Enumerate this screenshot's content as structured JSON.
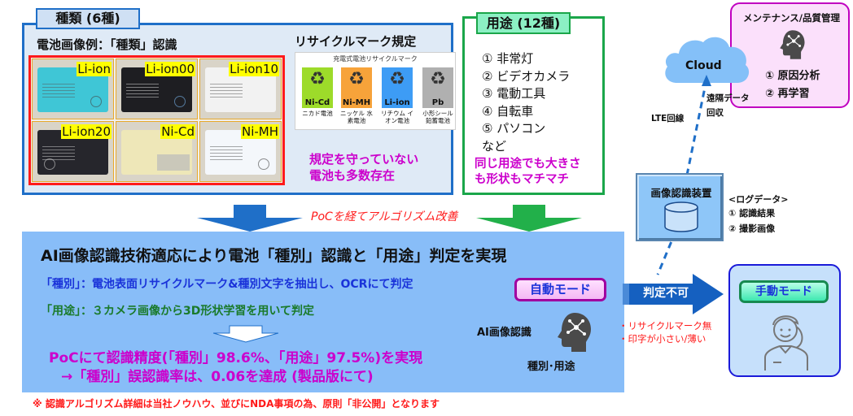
{
  "types_panel": {
    "tab": "種類 (6種)",
    "subtitle": "電池画像例：「種類」認識",
    "photos": [
      {
        "label": "Li-ion",
        "color": "#3fc6d6"
      },
      {
        "label": "Li-ion00",
        "color": "#1e1e22"
      },
      {
        "label": "Li-ion10",
        "color": "#f2f2f2"
      },
      {
        "label": "Li-ion20",
        "color": "#26262c"
      },
      {
        "label": "Ni-Cd",
        "color": "#eee7b8"
      },
      {
        "label": "Ni-MH",
        "color": "#f4f7fb"
      }
    ],
    "recycle_title": "リサイクルマーク規定",
    "recycle_card_title": "充電式電池リサイクルマーク",
    "recycle_marks": [
      {
        "label": "Ni-Cd",
        "sub": "ニカド電池",
        "color": "#9ddb2a",
        "icon": "recycle-icon"
      },
      {
        "label": "Ni-MH",
        "sub": "ニッケル 水素電池",
        "color": "#f7a33a",
        "icon": "recycle-icon"
      },
      {
        "label": "Li-ion",
        "sub": "リチウム イオン電池",
        "color": "#3d9cf5",
        "icon": "recycle-icon"
      },
      {
        "label": "Pb",
        "sub": "小形シール 鉛蓄電池",
        "color": "#b0b0b0",
        "icon": "recycle-icon"
      }
    ],
    "warning_lines": [
      "規定を守っていない",
      "電池も多数存在"
    ]
  },
  "usage_panel": {
    "tab": "用途 (12種)",
    "items": [
      "① 非常灯",
      "② ビデオカメラ",
      "③ 電動工具",
      "④ 自転車",
      "⑤ パソコン",
      "など"
    ],
    "warning_lines": [
      "同じ用途でも大きさ",
      "も形状もマチマチ"
    ]
  },
  "poc_label": "PoCを経てアルゴリズム改善",
  "main_panel": {
    "title": "AI画像認識技術適応により電池「種別」認識と「用途」判定を実現",
    "line1": "「種別」：電池表面リサイクルマーク&種別文字を抽出し、OCRにて判定",
    "line2": "「用途」：３カメラ画像から3D形状学習を用いて判定",
    "result1": "PoCにて認識精度(「種別」98.6%、「用途」97.5%)を実現",
    "result2": "→「種別」誤認識率は、0.06を達成 (製品版にて)",
    "auto_mode": "自動モード",
    "ai_label": "AI画像認識",
    "ai_sub": "種別･用途"
  },
  "footnote": "※ 認識アルゴリズム詳細は当社ノウハウ、並びにNDA事項の為、原則「非公開」となります",
  "right_side": {
    "maintenance_title": "メンテナンス/品質管理",
    "maintenance_items": [
      "① 原因分析",
      "② 再学習"
    ],
    "cloud_label": "Cloud",
    "remote_label_lines": [
      "遠隔データ",
      "回収"
    ],
    "lte_label": "LTE回線",
    "device_title": "画像認識装置",
    "log_title": "<ログデータ>",
    "log_items": [
      "① 認識結果",
      "② 撮影画像"
    ],
    "fail_label": "判定不可",
    "fail_reasons": [
      "・リサイクルマーク無",
      "・印字が小さい/薄い"
    ],
    "manual_mode": "手動モード"
  },
  "colors": {
    "types_border": "#1f6fc8",
    "usage_border": "#1aa64a",
    "main_bg": "#88bdf8",
    "magenta": "#cc00cc",
    "red": "#ff1a1a"
  }
}
